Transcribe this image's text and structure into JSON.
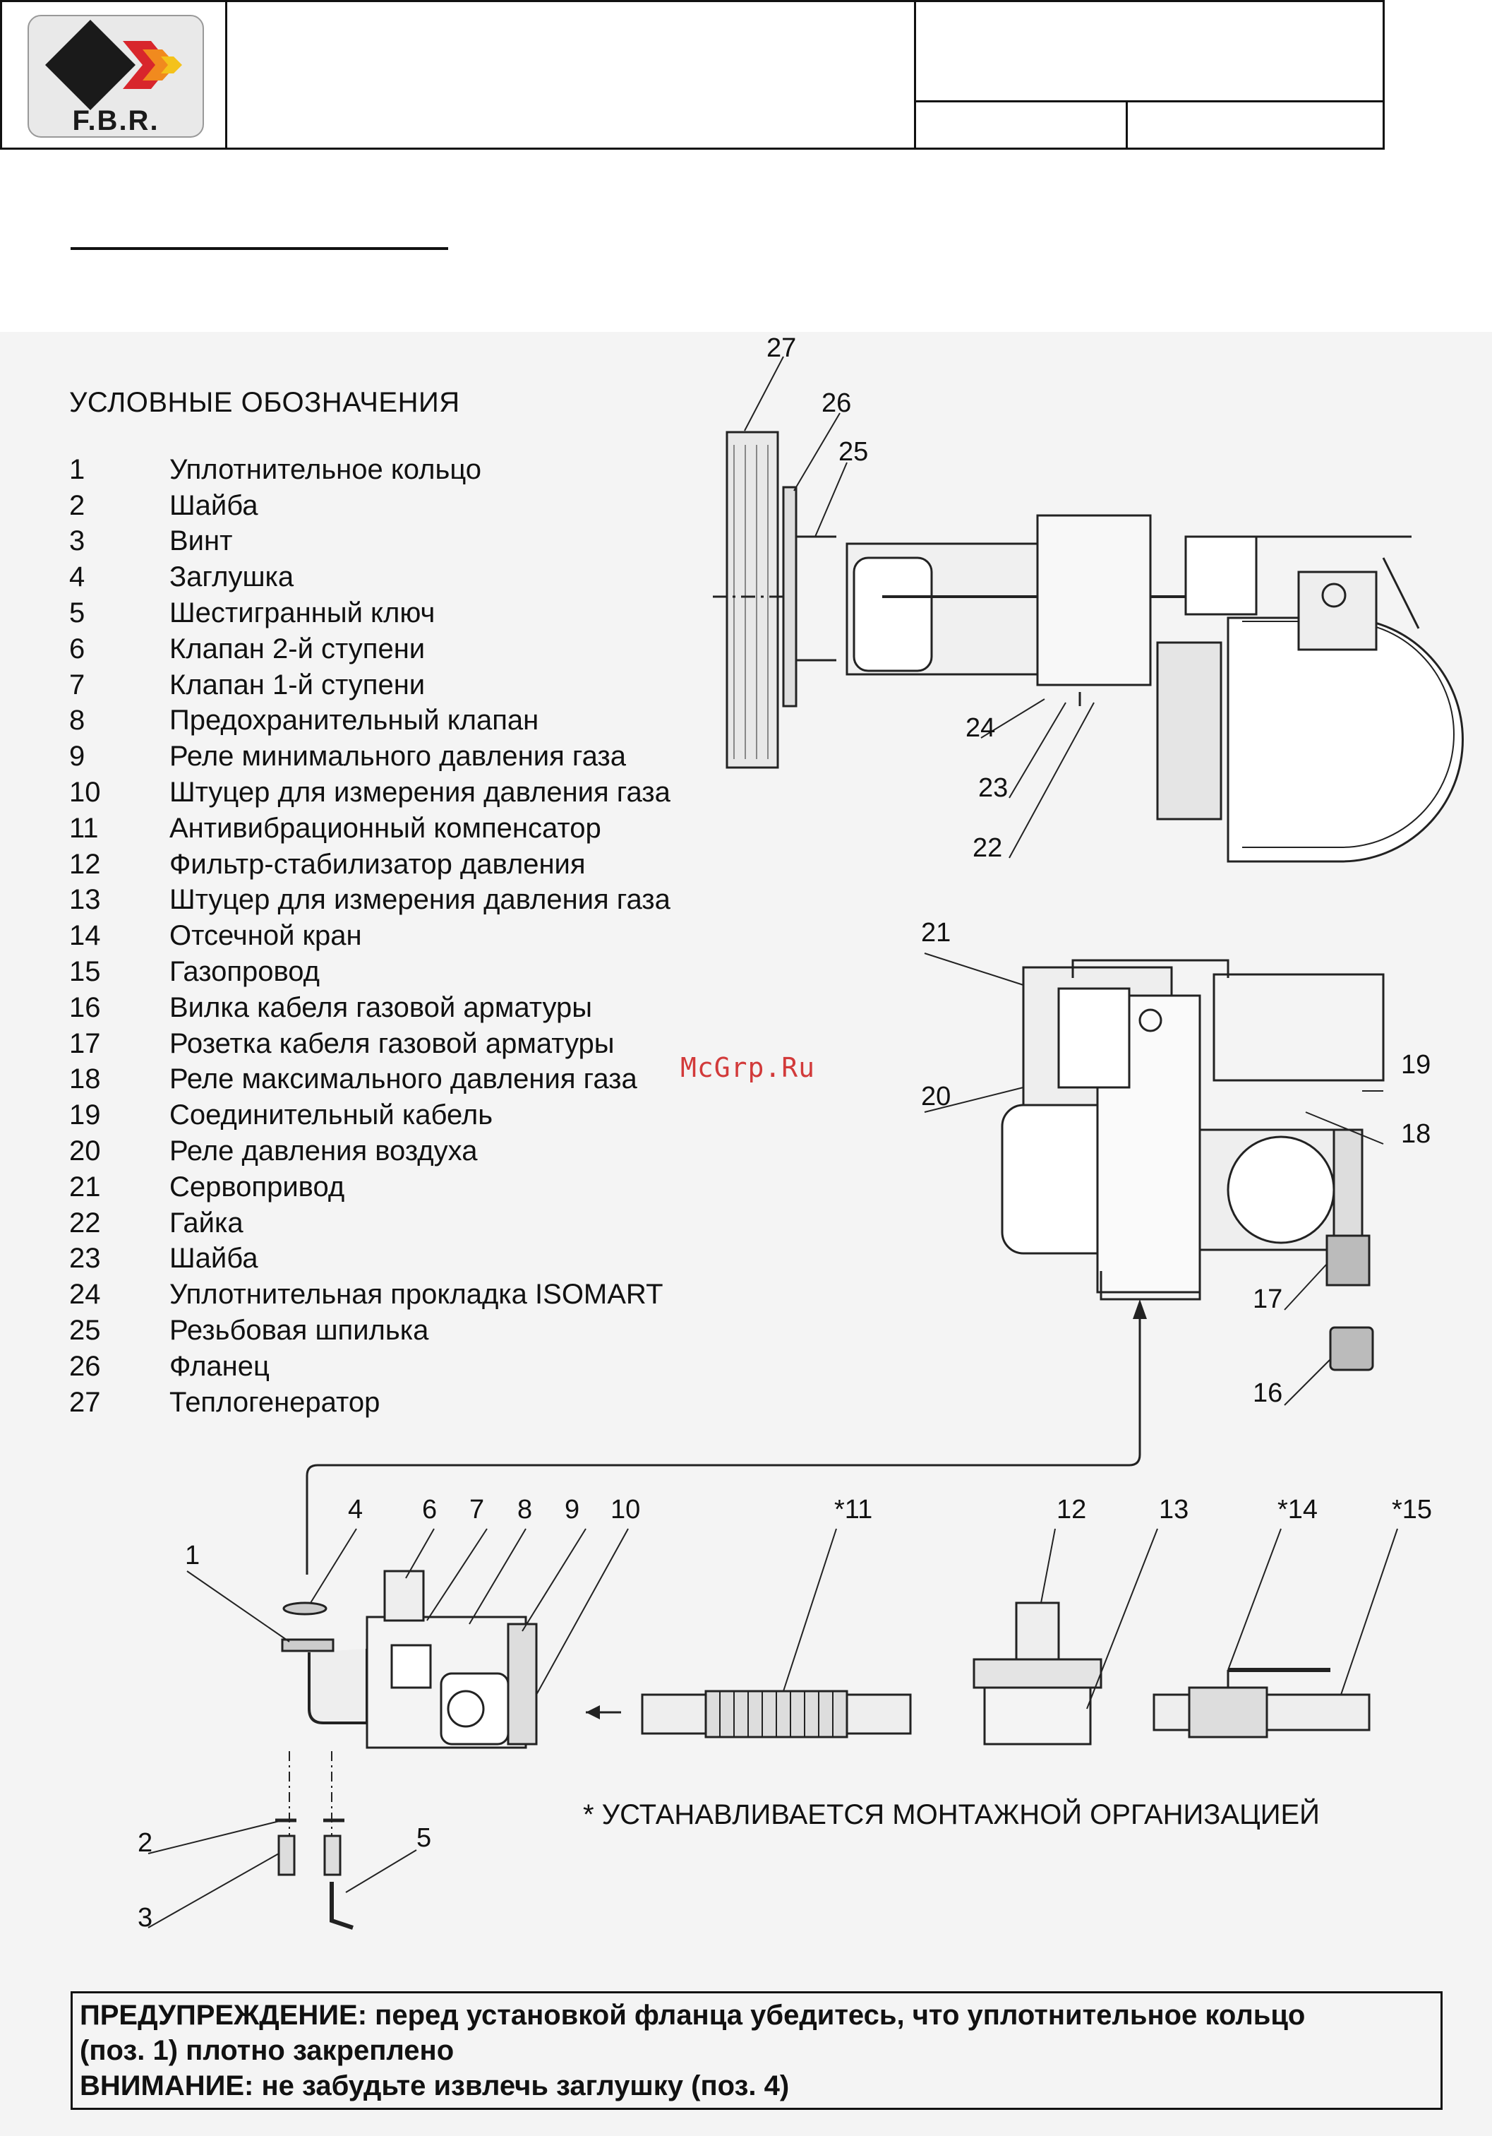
{
  "header": {
    "logo_text": "F.B.R.",
    "brand_colors": {
      "dark": "#1a1a1a",
      "red": "#d8262c",
      "orange": "#f18a1e",
      "yellow": "#f4c21b"
    }
  },
  "legend": {
    "title": "УСЛОВНЫЕ ОБОЗНАЧЕНИЯ",
    "items": [
      {
        "num": "1",
        "label": "Уплотнительное кольцо"
      },
      {
        "num": "2",
        "label": "Шайба"
      },
      {
        "num": "3",
        "label": "Винт"
      },
      {
        "num": "4",
        "label": "Заглушка"
      },
      {
        "num": "5",
        "label": "Шестигранный ключ"
      },
      {
        "num": "6",
        "label": "Клапан 2-й ступени"
      },
      {
        "num": "7",
        "label": "Клапан 1-й ступени"
      },
      {
        "num": "8",
        "label": "Предохранительный клапан"
      },
      {
        "num": "9",
        "label": "Реле минимального давления газа"
      },
      {
        "num": "10",
        "label": "Штуцер для измерения давления газа"
      },
      {
        "num": "11",
        "label": "Антивибрационный компенсатор"
      },
      {
        "num": "12",
        "label": "Фильтр-стабилизатор давления"
      },
      {
        "num": "13",
        "label": "Штуцер для измерения давления газа"
      },
      {
        "num": "14",
        "label": "Отсечной кран"
      },
      {
        "num": "15",
        "label": "Газопровод"
      },
      {
        "num": "16",
        "label": "Вилка кабеля газовой арматуры"
      },
      {
        "num": "17",
        "label": "Розетка кабеля газовой арматуры"
      },
      {
        "num": "18",
        "label": "Реле максимального давления газа"
      },
      {
        "num": "19",
        "label": "Соединительный кабель"
      },
      {
        "num": "20",
        "label": "Реле давления воздуха"
      },
      {
        "num": "21",
        "label": "Сервопривод"
      },
      {
        "num": "22",
        "label": "Гайка"
      },
      {
        "num": "23",
        "label": "Шайба"
      },
      {
        "num": "24",
        "label": "Уплотнительная прокладка ISOMART"
      },
      {
        "num": "25",
        "label": "Резьбовая шпилька"
      },
      {
        "num": "26",
        "label": "Фланец"
      },
      {
        "num": "27",
        "label": "Теплогенератор"
      }
    ]
  },
  "watermark": "McGrp.Ru",
  "callouts": {
    "c1": "1",
    "c2": "2",
    "c3": "3",
    "c4": "4",
    "c5": "5",
    "c6": "6",
    "c7": "7",
    "c8": "8",
    "c9": "9",
    "c10": "10",
    "c11": "*11",
    "c12": "12",
    "c13": "13",
    "c14": "*14",
    "c15": "*15",
    "c16": "16",
    "c17": "17",
    "c18": "18",
    "c19": "19",
    "c20": "20",
    "c21": "21",
    "c22": "22",
    "c23": "23",
    "c24": "24",
    "c25": "25",
    "c26": "26",
    "c27": "27"
  },
  "footnote": "* УСТАНАВЛИВАЕТСЯ МОНТАЖНОЙ ОРГАНИЗАЦИЕЙ",
  "warning": {
    "line1": "ПРЕДУПРЕЖДЕНИЕ: перед установкой фланца убедитесь, что уплотнительное кольцо",
    "line2": "(поз. 1) плотно закреплено",
    "line3": "ВНИМАНИЕ: не забудьте извлечь заглушку (поз. 4)"
  }
}
